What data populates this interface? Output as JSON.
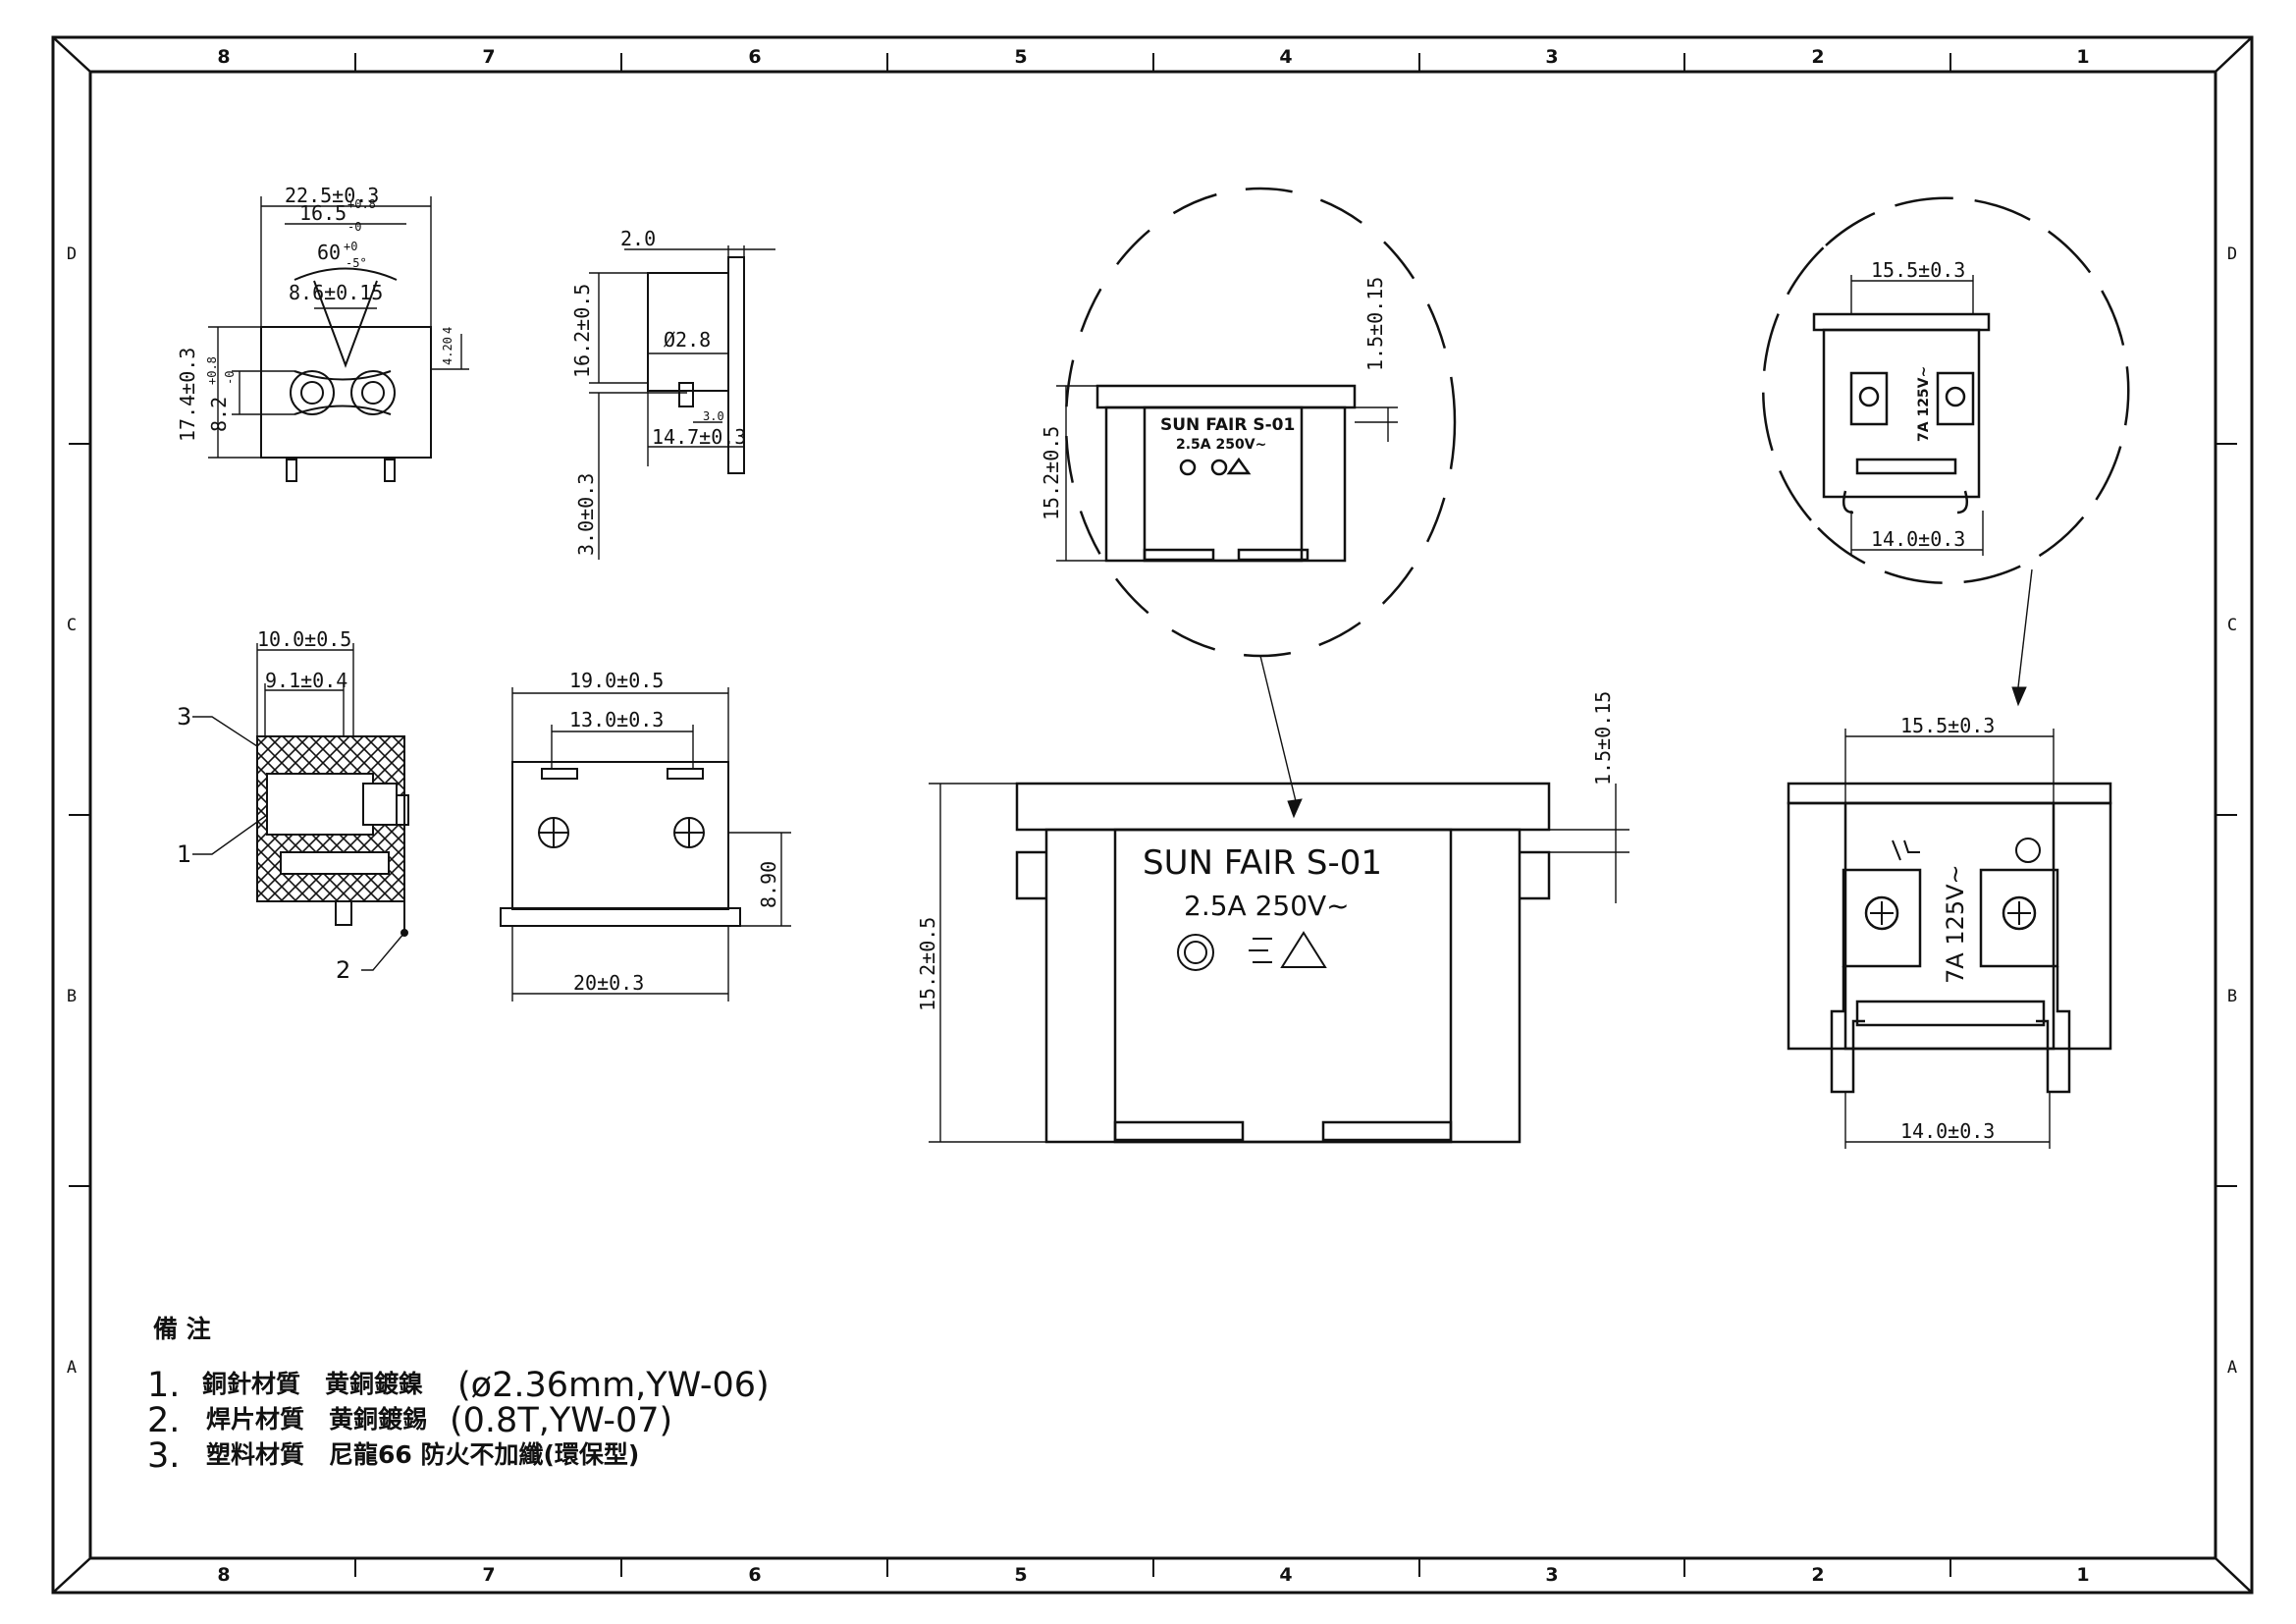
{
  "frame": {
    "col_labels": [
      "8",
      "7",
      "6",
      "5",
      "4",
      "3",
      "2",
      "1"
    ],
    "row_labels": [
      "D",
      "C",
      "B",
      "A"
    ]
  },
  "front_view": {
    "dims": [
      "22.5±0.3",
      "16.5",
      "+0.8",
      "-0",
      "60",
      "+0",
      "-5°",
      "8.6±0.15",
      "17.4±0.3",
      "8.2",
      "+0.8",
      "-0",
      "4.20",
      "4"
    ]
  },
  "side_view": {
    "dims": [
      "2.0",
      "16.2±0.5",
      "Ø2.8",
      "3.0",
      "14.7±0.3",
      "3.0±0.3"
    ]
  },
  "section_view": {
    "dims": [
      "10.0±0.5",
      "9.1±0.4"
    ],
    "callouts": [
      "3",
      "1",
      "2"
    ]
  },
  "top_view": {
    "dims": [
      "19.0±0.5",
      "13.0±0.3",
      "8.90",
      "20±0.3"
    ]
  },
  "label": {
    "brand": "SUN FAIR S-01",
    "rating": "2.5A 250V~"
  },
  "detail_small": {
    "dims": [
      "1.5±0.15",
      "15.2±0.5"
    ],
    "brand": "SUN FAIR S-01",
    "rating": "2.5A 250V~"
  },
  "main_view": {
    "dims": [
      "1.5±0.15",
      "15.2±0.5"
    ]
  },
  "terminal_detail_small": {
    "dims": [
      "15.5±0.3",
      "14.0±0.3"
    ],
    "rating": "7A 125V~"
  },
  "terminal_view": {
    "dims": [
      "15.5±0.3",
      "14.0±0.3"
    ],
    "rating": "7A 125V~"
  },
  "notes": {
    "title": "備 注",
    "items": [
      {
        "num": "1.",
        "cjk": "銅針材質　黄銅鍍鎳",
        "spec": "(ø2.36mm,YW-06)"
      },
      {
        "num": "2.",
        "cjk": "焊片材質　黄銅鍍錫",
        "spec": "(0.8T,YW-07)"
      },
      {
        "num": "3.",
        "cjk": "塑料材質　尼龍66 防火不加纖(環保型)",
        "spec": ""
      }
    ]
  },
  "colors": {
    "ink": "#111111",
    "paper": "#ffffff"
  }
}
